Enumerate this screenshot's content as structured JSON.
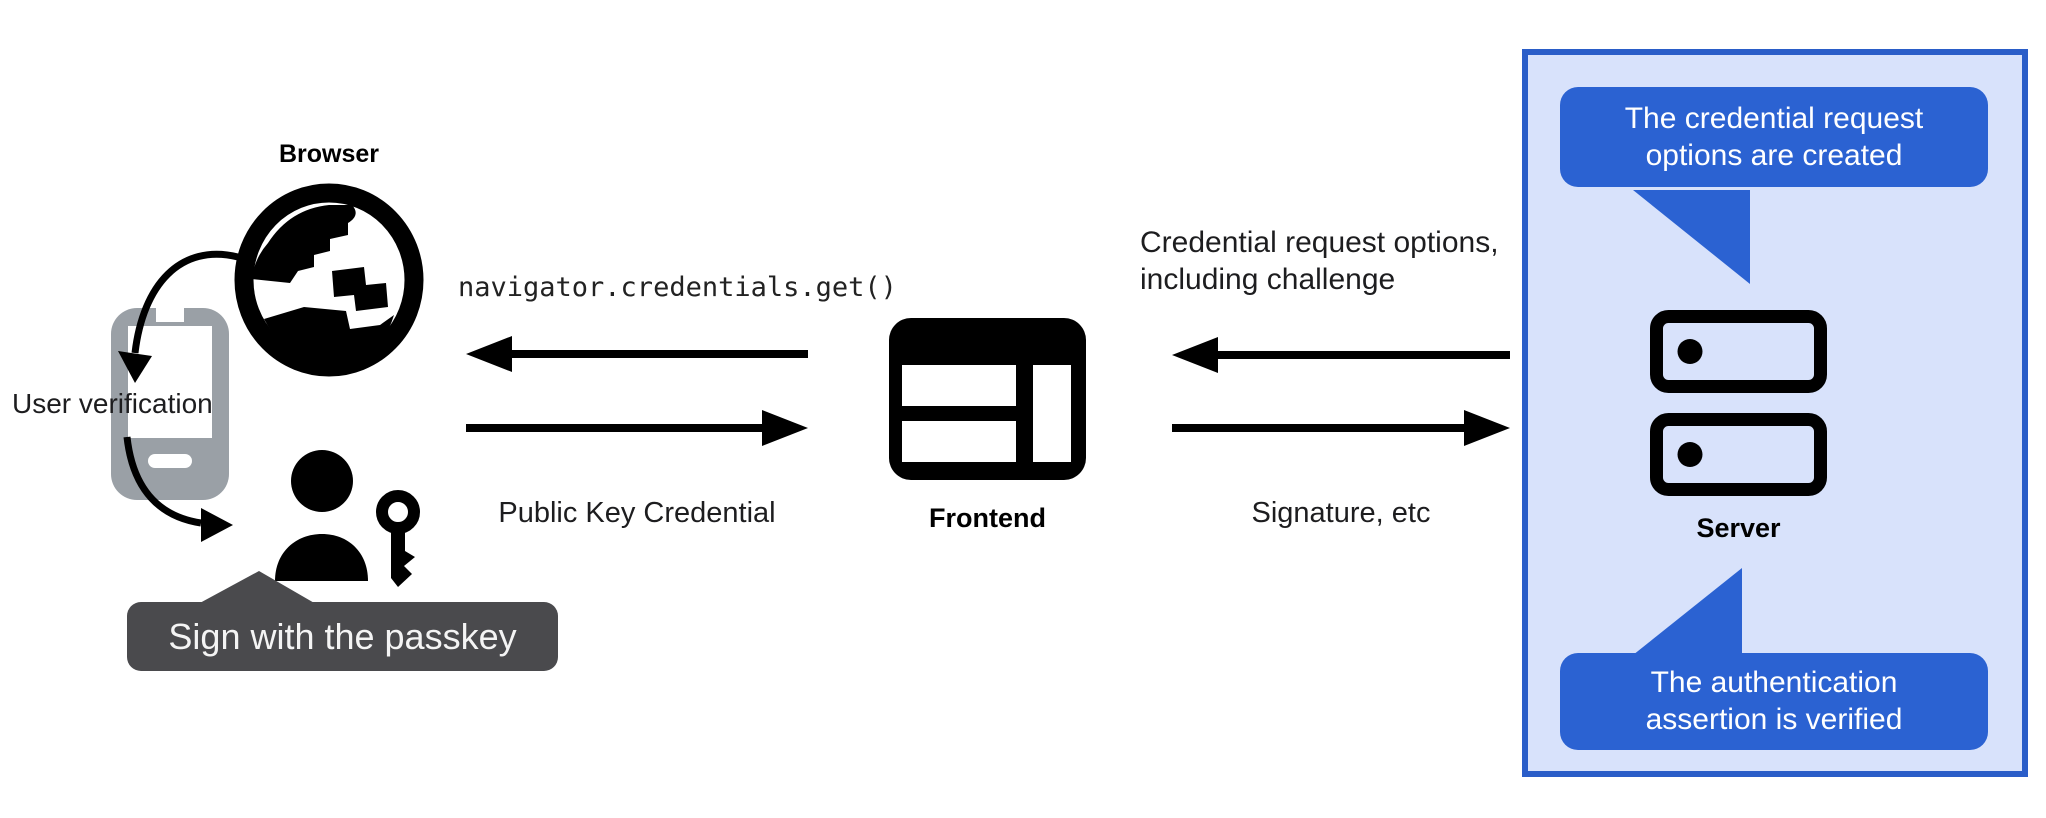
{
  "left": {
    "browser_label": "Browser",
    "user_verification_label": "User verification",
    "passkey_tooltip": "Sign with the passkey"
  },
  "center": {
    "code_call": "navigator.credentials.get()",
    "public_key_credential_label": "Public Key Credential",
    "frontend_label": "Frontend"
  },
  "right": {
    "request_lines": [
      "Credential request options,",
      "including challenge"
    ],
    "signature_label": "Signature, etc",
    "server_label": "Server",
    "bubble_top_lines": [
      "The credential request",
      "options are created"
    ],
    "bubble_bottom_lines": [
      "The authentication",
      "assertion is verified"
    ]
  },
  "colors": {
    "panel_fill": "#d8e2fb",
    "panel_border": "#2a5dc8",
    "bubble_fill": "#2b62d2",
    "tooltip_fill": "#4a4a4d",
    "phone_gray": "#9aa0a6",
    "ink": "#000000"
  }
}
